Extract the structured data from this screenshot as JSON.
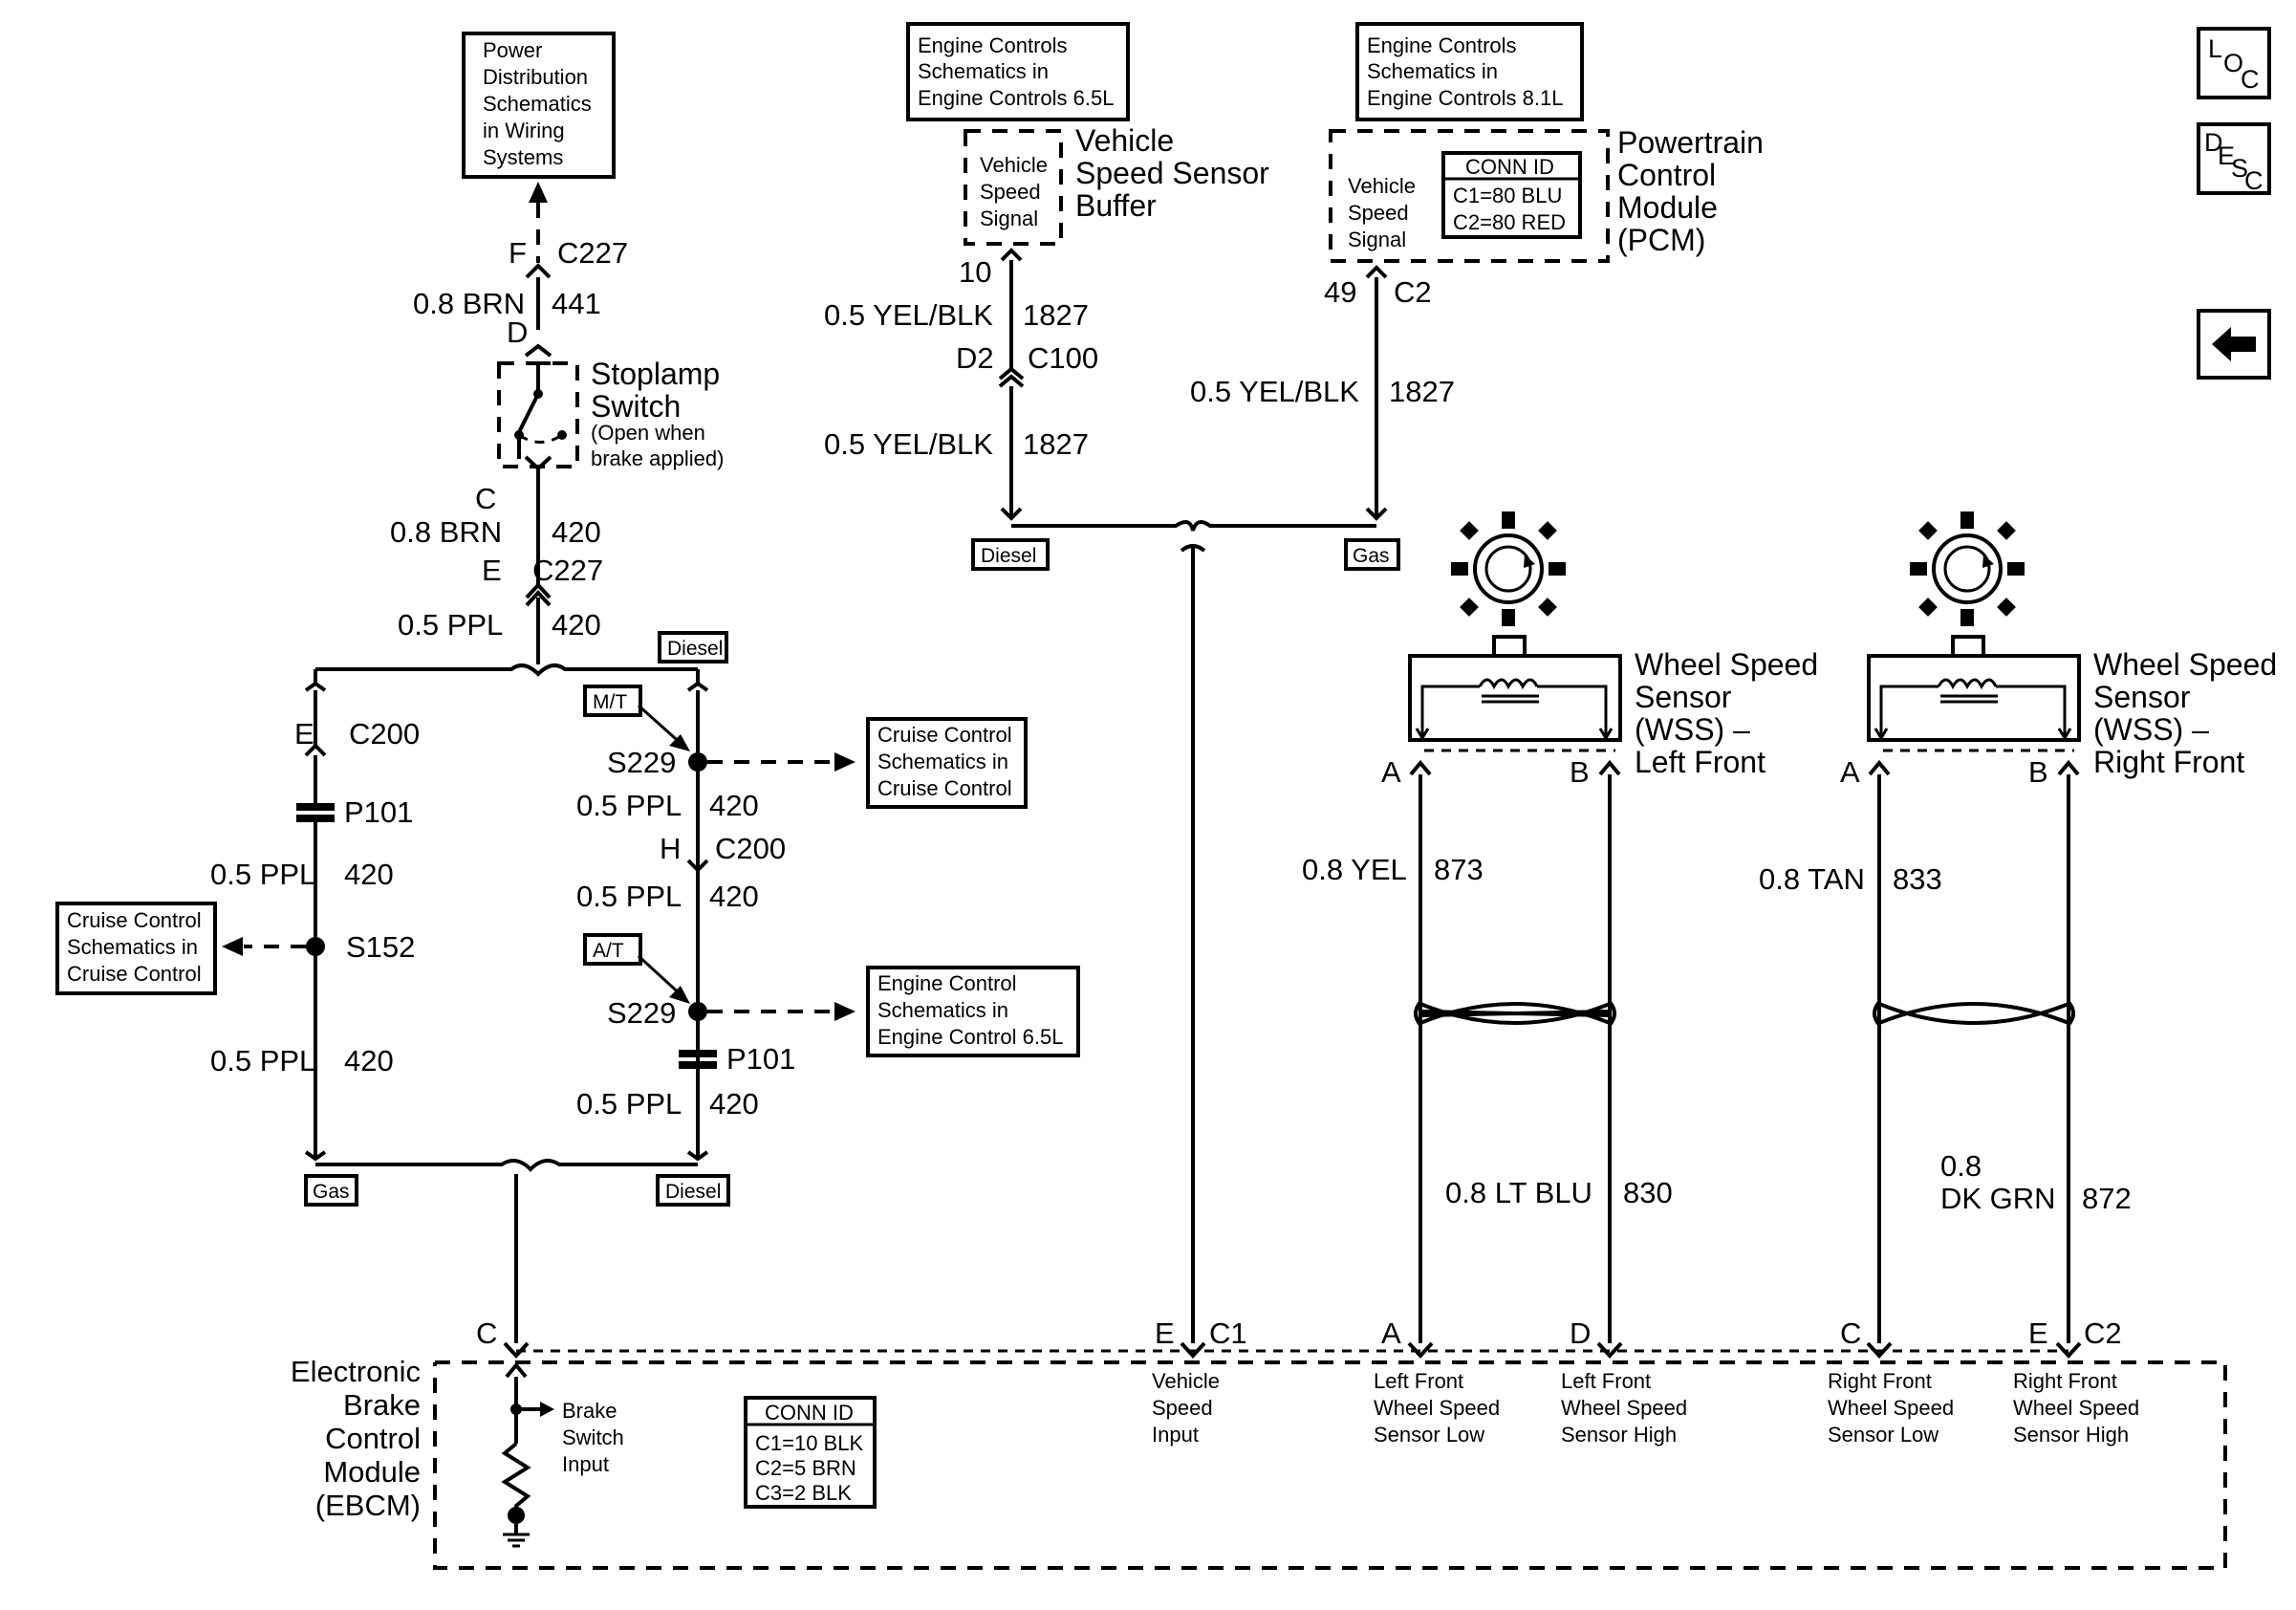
{
  "refs": {
    "power_dist": [
      "Power",
      "Distribution",
      "Schematics",
      "in Wiring",
      "Systems"
    ],
    "engine_65": [
      "Engine Controls",
      "Schematics in",
      "Engine Controls 6.5L"
    ],
    "engine_81": [
      "Engine Controls",
      "Schematics in",
      "Engine Controls 8.1L"
    ],
    "cruise_right": [
      "Cruise Control",
      "Schematics in",
      "Cruise Control"
    ],
    "cruise_left": [
      "Cruise Control",
      "Schematics in",
      "Cruise Control"
    ],
    "engine_control_65": [
      "Engine Control",
      "Schematics in",
      "Engine Control 6.5L"
    ]
  },
  "nav": {
    "loc": {
      "l": "L",
      "o": "O",
      "c": "C"
    },
    "desc": {
      "d": "D",
      "e": "E",
      "s": "S",
      "c": "C"
    },
    "back_glyph": "🡄"
  },
  "vss_buffer": {
    "inner": [
      "Vehicle",
      "Speed",
      "Signal"
    ],
    "title": [
      "Vehicle",
      "Speed Sensor",
      "Buffer"
    ],
    "pin": "10"
  },
  "pcm": {
    "inner": [
      "Vehicle",
      "Speed",
      "Signal"
    ],
    "conn_title": "CONN ID",
    "conn_rows": [
      "C1=80 BLU",
      "C2=80 RED"
    ],
    "title": [
      "Powertrain",
      "Control",
      "Module",
      "(PCM)"
    ],
    "pin": "49",
    "connector": "C2"
  },
  "stoplamp": {
    "title": [
      "Stoplamp",
      "Switch"
    ],
    "note": [
      "(Open when",
      "brake applied)"
    ]
  },
  "wires": {
    "f": "F",
    "c227_top": "C227",
    "w441_size": "0.8 BRN",
    "w441_num": "441",
    "d": "D",
    "c": "C",
    "w420a_size": "0.8 BRN",
    "w420a_num": "420",
    "e": "E",
    "c227_mid": "C227",
    "w420b_size": "0.5 PPL",
    "w420b_num": "420",
    "vss_top_size": "0.5 YEL/BLK",
    "vss_top_num": "1827",
    "d2": "D2",
    "c100": "C100",
    "vss_bot_size": "0.5 YEL/BLK",
    "vss_bot_num": "1827",
    "pcm_size": "0.5 YEL/BLK",
    "pcm_num": "1827",
    "left_e": "E",
    "c200_left": "C200",
    "p101_left": "P101",
    "left1_size": "0.5 PPL",
    "left1_num": "420",
    "s152": "S152",
    "left2_size": "0.5 PPL",
    "left2_num": "420",
    "mt": "M/T",
    "s229_top": "S229",
    "r1_size": "0.5 PPL",
    "r1_num": "420",
    "h": "H",
    "c200_right": "C200",
    "r2_size": "0.5 PPL",
    "r2_num": "420",
    "at": "A/T",
    "s229_bot": "S229",
    "p101_right": "P101",
    "r3_size": "0.5 PPL",
    "r3_num": "420",
    "diesel_top": "Diesel",
    "diesel_vss": "Diesel",
    "gas_vss": "Gas",
    "gas_bottom": "Gas",
    "diesel_bottom": "Diesel"
  },
  "wss_left": {
    "title": [
      "Wheel Speed",
      "Sensor",
      "(WSS) –",
      "Left Front"
    ],
    "pin_a": "A",
    "pin_b": "B",
    "wa_size": "0.8 YEL",
    "wa_num": "873",
    "wb_size": "0.8 LT BLU",
    "wb_num": "830"
  },
  "wss_right": {
    "title": [
      "Wheel Speed",
      "Sensor",
      "(WSS) –",
      "Right Front"
    ],
    "pin_a": "A",
    "pin_b": "B",
    "wa_size": "0.8 TAN",
    "wa_num": "833",
    "wb_size1": "0.8",
    "wb_size2": "DK GRN",
    "wb_num": "872"
  },
  "ebcm": {
    "title": [
      "Electronic",
      "Brake",
      "Control",
      "Module",
      "(EBCM)"
    ],
    "brake_pin": "C",
    "brake_input": [
      "Brake",
      "Switch",
      "Input"
    ],
    "conn_title": "CONN ID",
    "conn_rows": [
      "C1=10 BLK",
      "C2=5 BRN",
      "C3=2 BLK"
    ],
    "vsi_pin": "E",
    "c1": "C1",
    "vsi": [
      "Vehicle",
      "Speed",
      "Input"
    ],
    "lf_low_pin": "A",
    "lf_low": [
      "Left Front",
      "Wheel Speed",
      "Sensor Low"
    ],
    "lf_high_pin": "D",
    "lf_high": [
      "Left Front",
      "Wheel Speed",
      "Sensor High"
    ],
    "rf_low_pin": "C",
    "rf_low": [
      "Right Front",
      "Wheel Speed",
      "Sensor Low"
    ],
    "rf_high_pin": "E",
    "c2": "C2",
    "rf_high": [
      "Right Front",
      "Wheel Speed",
      "Sensor High"
    ]
  }
}
